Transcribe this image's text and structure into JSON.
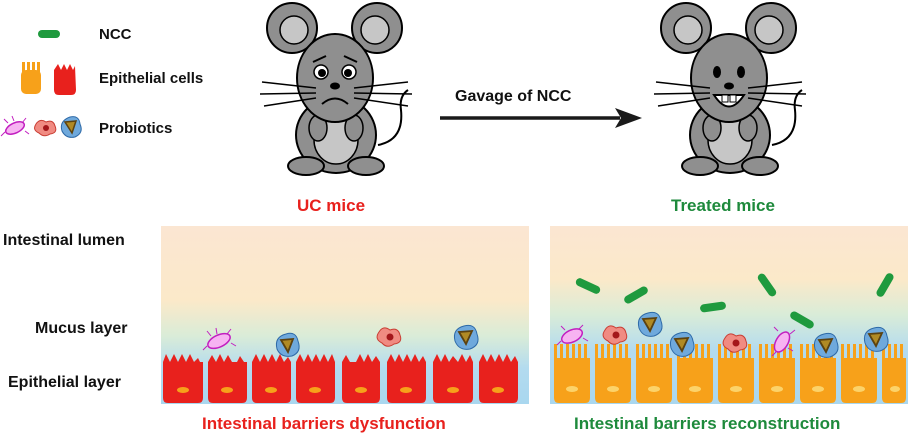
{
  "legend": {
    "ncc_label": "NCC",
    "epithelial_label": "Epithelial cells",
    "probiotics_label": "Probiotics"
  },
  "arrow_label": "Gavage of NCC",
  "mice": {
    "uc_label": "UC mice",
    "treated_label": "Treated mice"
  },
  "layers": {
    "lumen": "Intestinal lumen",
    "mucus": "Mucus layer",
    "epithelial": "Epithelial layer"
  },
  "captions": {
    "left": "Intestinal barriers dysfunction",
    "right": "Intestinal barriers reconstruction"
  },
  "colors": {
    "red": "#e8211d",
    "green": "#1e8a3c",
    "orange": "#f7a11a",
    "ncc": "#1f9a3e",
    "mouse": "#8f8f8f"
  }
}
